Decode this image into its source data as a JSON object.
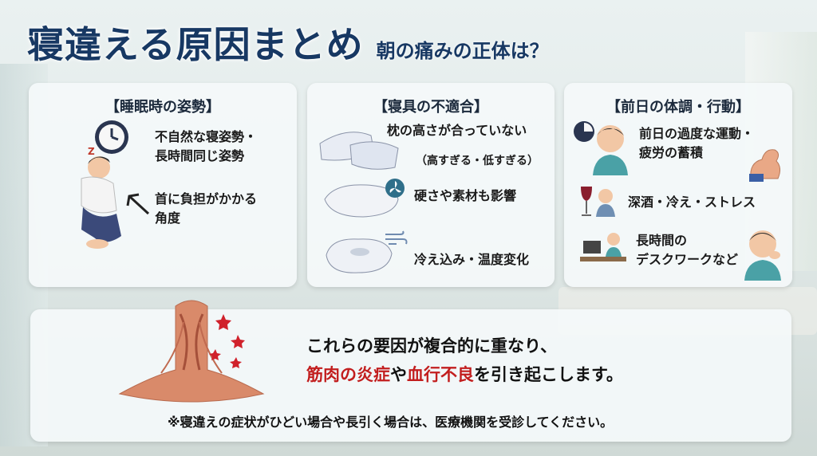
{
  "title": "寝違える原因まとめ",
  "subtitle": "朝の痛みの正体は？",
  "cards": [
    {
      "heading": "【睡眠時の姿勢】",
      "items": [
        "不自然な寝姿勢・",
        "長時間同じ姿勢",
        "首に負担がかかる",
        "角度"
      ]
    },
    {
      "heading": "【寝具の不適合】",
      "items": [
        "枕の高さが合っていない",
        "（高すぎる・低すぎる）",
        "硬さや素材も影響",
        "冷え込み・温度変化"
      ]
    },
    {
      "heading": "【前日の体調・行動】",
      "items": [
        "前日の過度な運動・",
        "疲労の蓄積",
        "深酒・冷え・ストレス",
        "長時間の",
        "デスクワークなど"
      ]
    }
  ],
  "summary": {
    "line1": "これらの要因が複合的に重なり、",
    "line2_a": "筋肉の炎症",
    "line2_b": "や",
    "line2_c": "血行不良",
    "line2_d": "を引き起こします。",
    "note": "※寝違えの症状がひどい場合や長引く場合は、医療機関を受診してください。"
  },
  "colors": {
    "title": "#173863",
    "accent_red": "#c21e1e"
  },
  "icons": [
    "clock-icon",
    "sleeping-person-icon",
    "arrow-icon",
    "pillow-icon",
    "fan-icon",
    "wind-icon",
    "tired-person-icon",
    "muscle-arm-icon",
    "wine-glass-icon",
    "desk-worker-icon",
    "neck-pain-person-icon",
    "neck-muscles-illustration"
  ]
}
